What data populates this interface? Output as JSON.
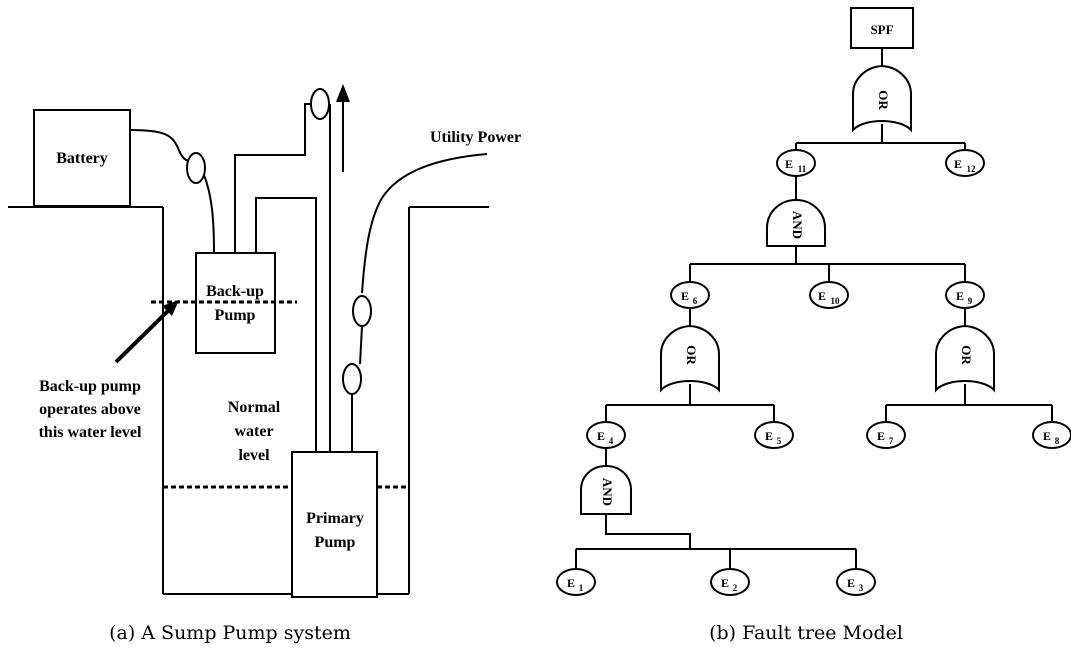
{
  "sump": {
    "battery": "Battery",
    "backup_pump": [
      "Back-up",
      "Pump"
    ],
    "utility_power": "Utility Power",
    "primary_pump": [
      "Primary",
      "Pump"
    ],
    "normal_level": [
      "Normal",
      "water",
      "level"
    ],
    "backup_note": [
      "Back-up pump",
      "operates above",
      "this water level"
    ],
    "caption": "(a) A Sump Pump system"
  },
  "tree": {
    "top_event": "SPF",
    "gates": [
      "OR",
      "AND",
      "OR",
      "OR",
      "AND"
    ],
    "events": {
      "e11": [
        "E",
        "11"
      ],
      "e12": [
        "E",
        "12"
      ],
      "e6": [
        "E",
        "6"
      ],
      "e10": [
        "E",
        "10"
      ],
      "e9": [
        "E",
        "9"
      ],
      "e4": [
        "E",
        "4"
      ],
      "e5": [
        "E",
        "5"
      ],
      "e7": [
        "E",
        "7"
      ],
      "e8": [
        "E",
        "8"
      ],
      "e1": [
        "E",
        "1"
      ],
      "e2": [
        "E",
        "2"
      ],
      "e3": [
        "E",
        "3"
      ]
    },
    "caption": "(b) Fault tree Model"
  }
}
